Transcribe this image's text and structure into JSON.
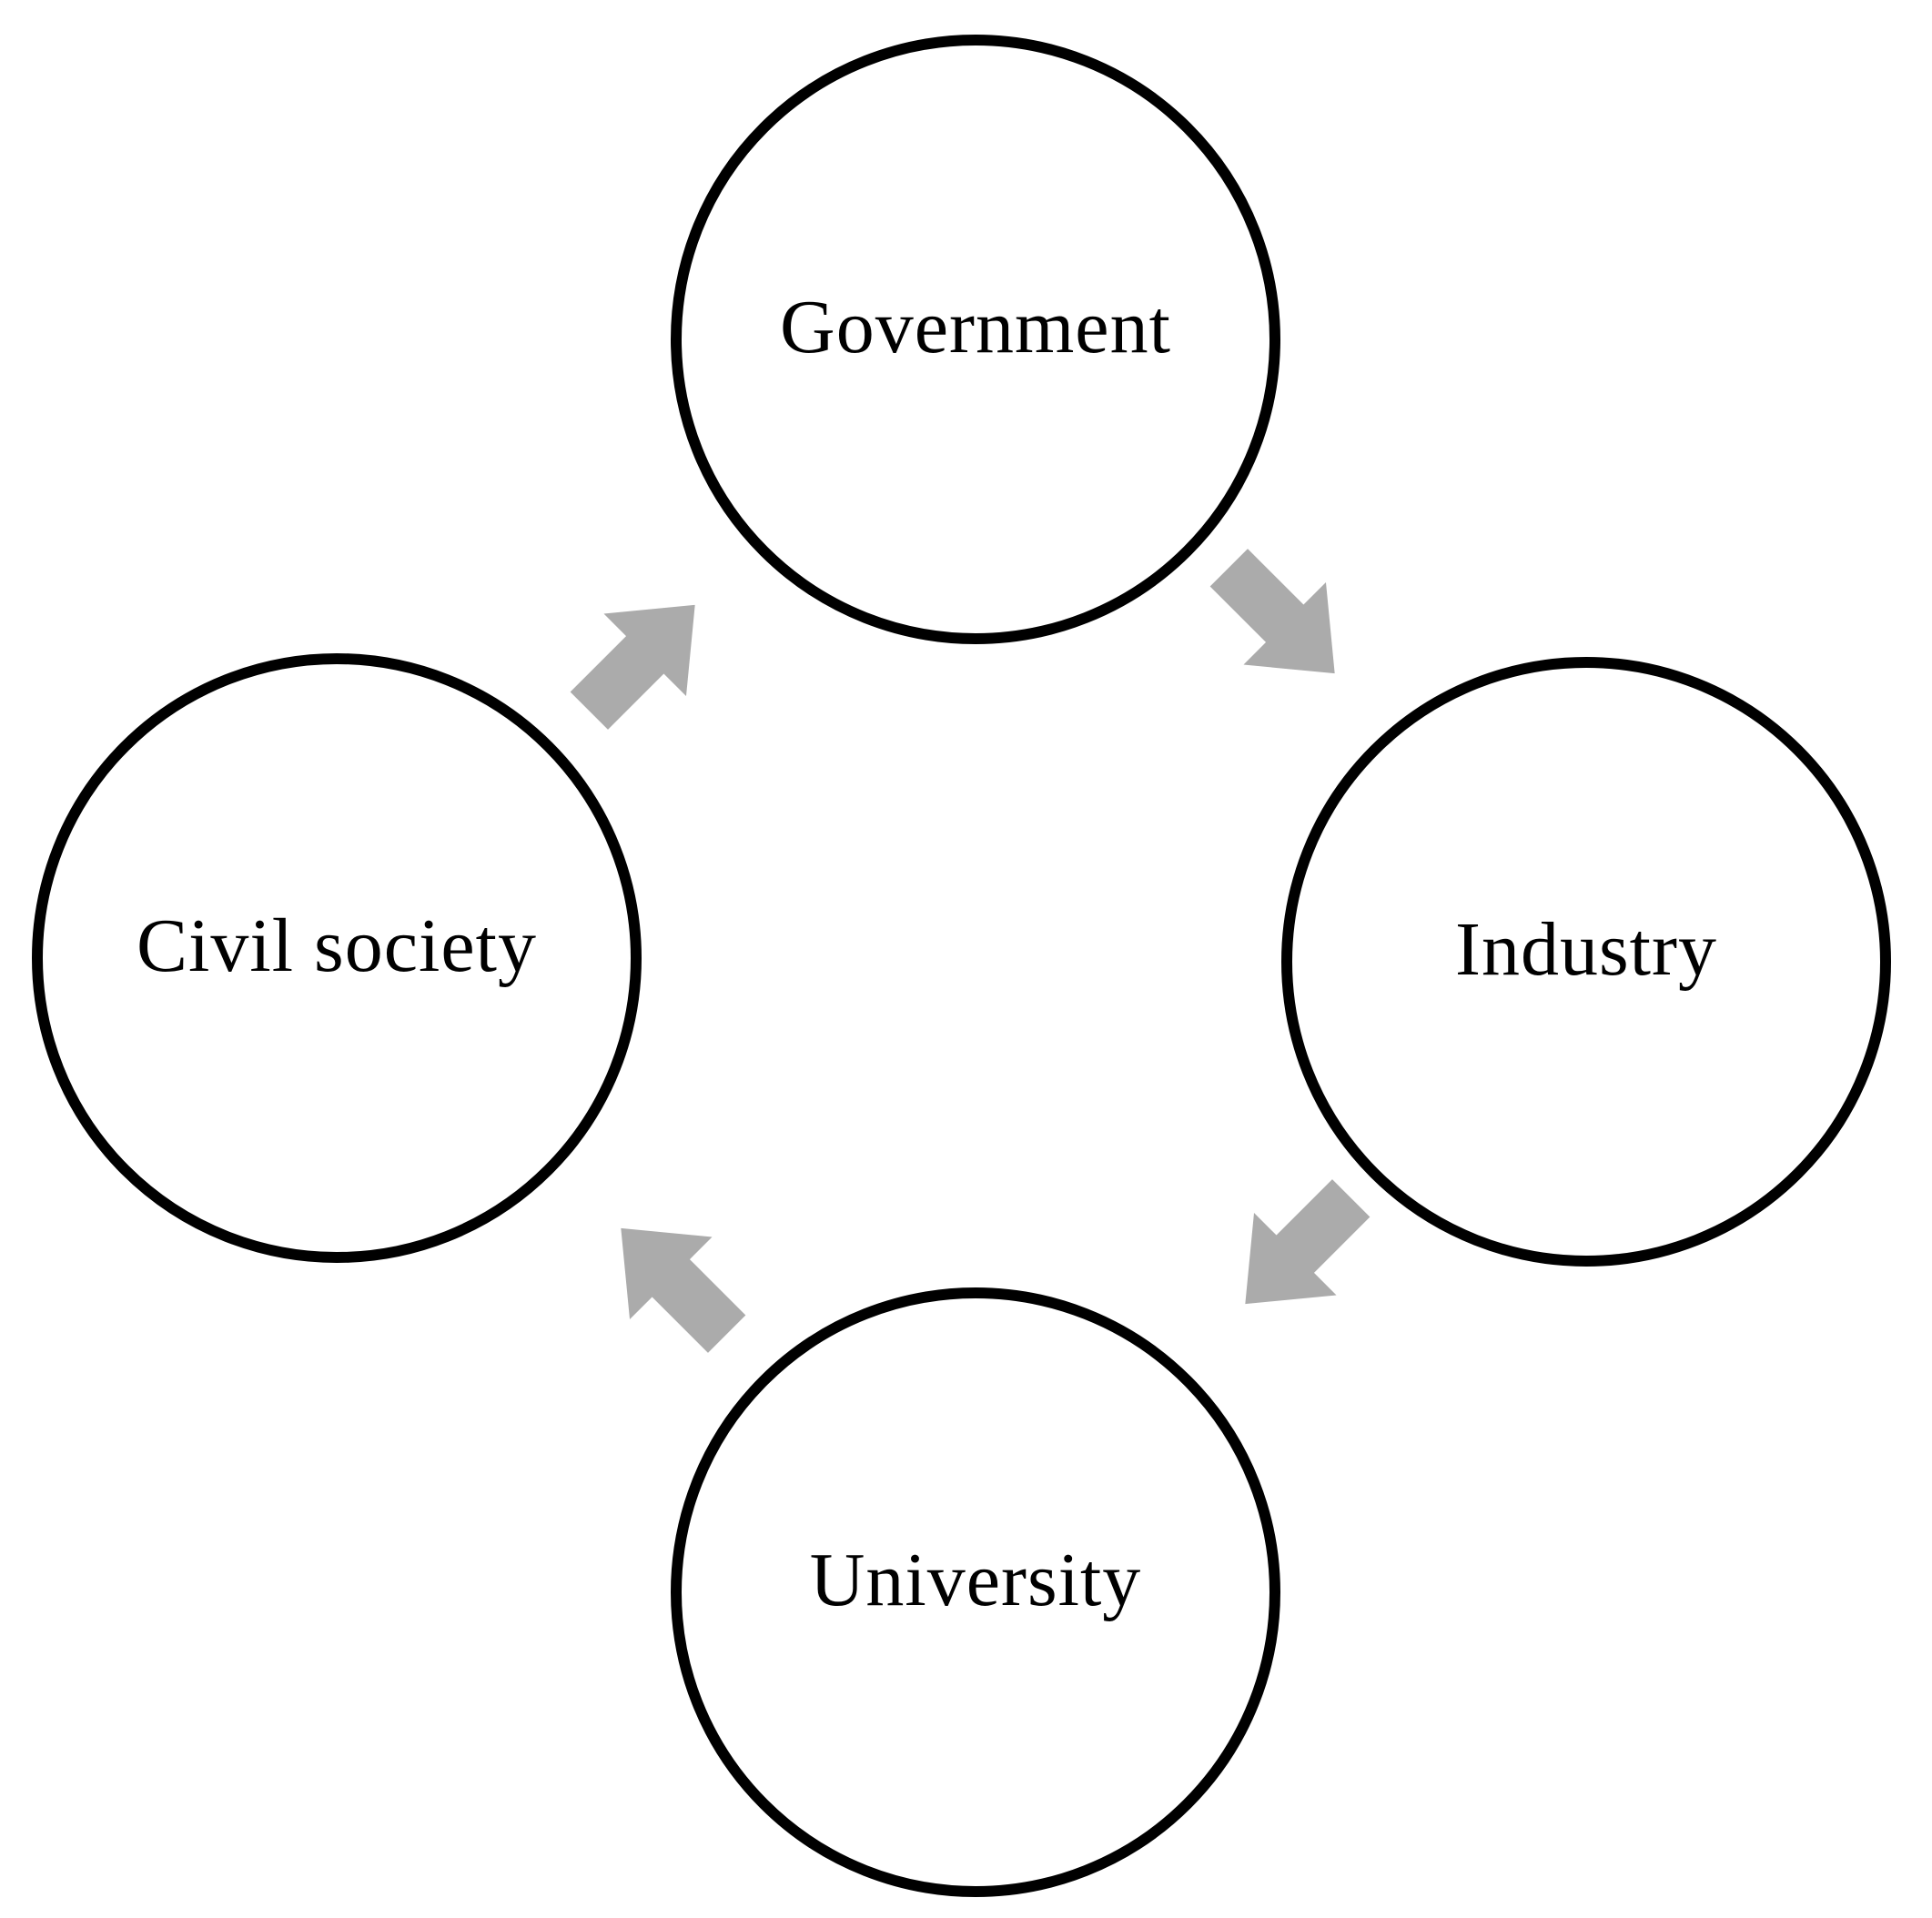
{
  "diagram": {
    "nodes": {
      "government": {
        "label": "Government"
      },
      "industry": {
        "label": "Industry"
      },
      "university": {
        "label": "University"
      },
      "civil_society": {
        "label": "Civil society"
      }
    },
    "flow": [
      {
        "from": "Civil society",
        "to": "Government"
      },
      {
        "from": "Government",
        "to": "Industry"
      },
      {
        "from": "Industry",
        "to": "University"
      },
      {
        "from": "University",
        "to": "Civil society"
      }
    ],
    "arrow_shape": "block-arrow",
    "colors": {
      "arrow_fill": "#ababab",
      "circle_stroke": "#000000",
      "label_text": "#000000",
      "background": "#ffffff"
    }
  }
}
